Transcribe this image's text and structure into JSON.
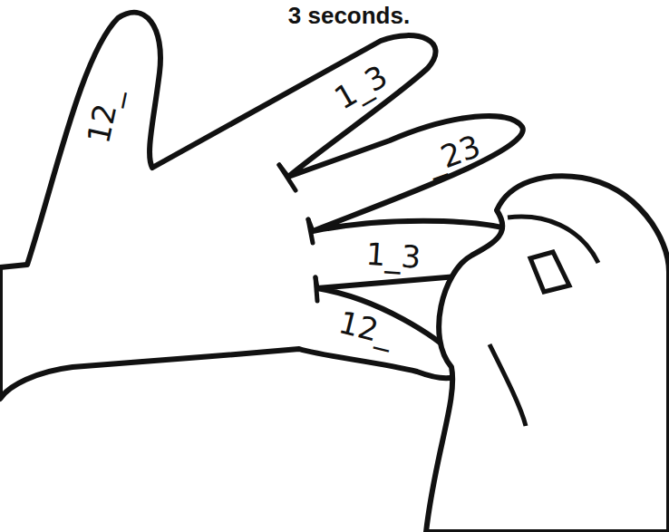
{
  "diagram": {
    "title": "3 seconds.",
    "labels": [
      "12_",
      "1_3",
      "_23",
      "1_3",
      "12_"
    ]
  }
}
